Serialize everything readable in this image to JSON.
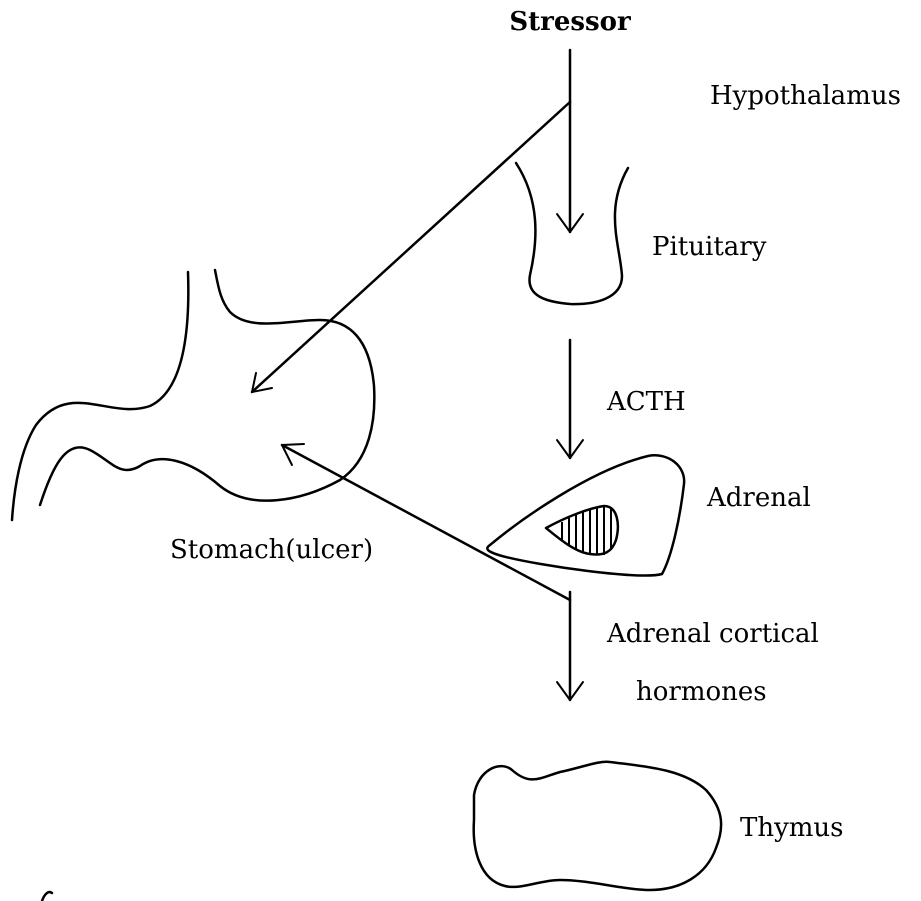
{
  "labels": {
    "stressor": "Stressor",
    "hypothalamus": "Hypothalamus",
    "pituitary": "Pituitary",
    "acth": "ACTH",
    "adrenal": "Adrenal",
    "stomach": "Stomach(ulcer)",
    "cortical_line1": "Adrenal cortical",
    "cortical_line2": "hormones",
    "thymus": "Thymus"
  }
}
